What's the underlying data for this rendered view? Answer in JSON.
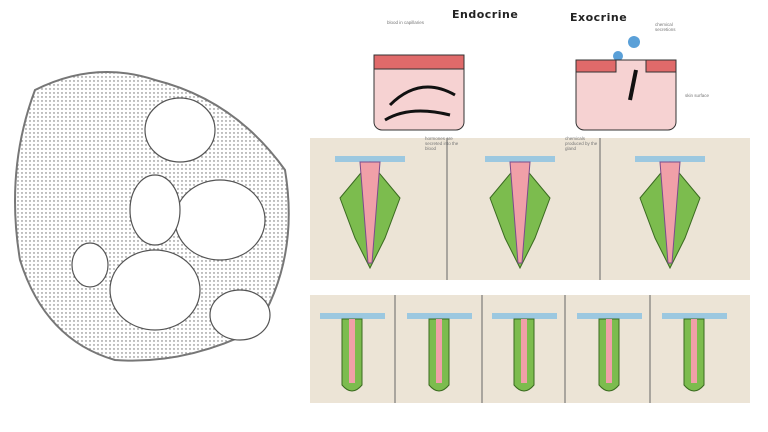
{
  "endocrine": {
    "title": "Endocrine",
    "labels": {
      "blood": "blood in capillaries",
      "hormones": "hormones are secreted into the blood"
    }
  },
  "exocrine": {
    "title": "Exocrine",
    "labels": {
      "secretions": "chemical secretions",
      "skin": "skin surface",
      "chemicals": "chemicals produced by the gland"
    }
  },
  "colors": {
    "epithelium": "#e06a6a",
    "tissue": "#f6d2d2",
    "gland_green": "#7cbc4e",
    "duct_pink": "#f0a0a8",
    "duct_purple": "#7a4c8c",
    "panel": "#ece4d6"
  }
}
